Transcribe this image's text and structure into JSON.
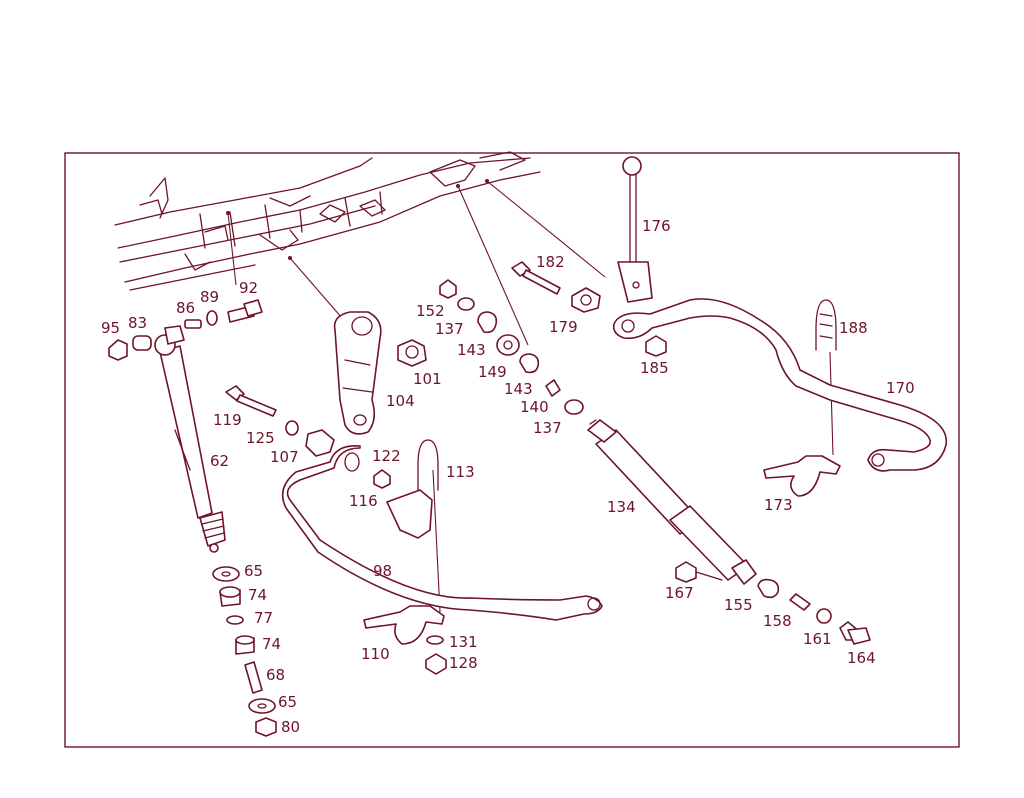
{
  "colors": {
    "ink": "#6e1428",
    "background": "#ffffff"
  },
  "labels": {
    "p62": "62",
    "p65a": "65",
    "p65b": "65",
    "p68": "68",
    "p74a": "74",
    "p74b": "74",
    "p77": "77",
    "p80": "80",
    "p83": "83",
    "p86": "86",
    "p89": "89",
    "p92": "92",
    "p95": "95",
    "p98": "98",
    "p101": "101",
    "p104": "104",
    "p107": "107",
    "p110": "110",
    "p113": "113",
    "p116": "116",
    "p119": "119",
    "p122": "122",
    "p125": "125",
    "p128": "128",
    "p131": "131",
    "p134": "134",
    "p137a": "137",
    "p137b": "137",
    "p140": "140",
    "p143a": "143",
    "p143b": "143",
    "p149": "149",
    "p152": "152",
    "p155": "155",
    "p158": "158",
    "p161": "161",
    "p164": "164",
    "p167": "167",
    "p170": "170",
    "p173": "173",
    "p176": "176",
    "p179": "179",
    "p182": "182",
    "p185": "185",
    "p188": "188"
  }
}
